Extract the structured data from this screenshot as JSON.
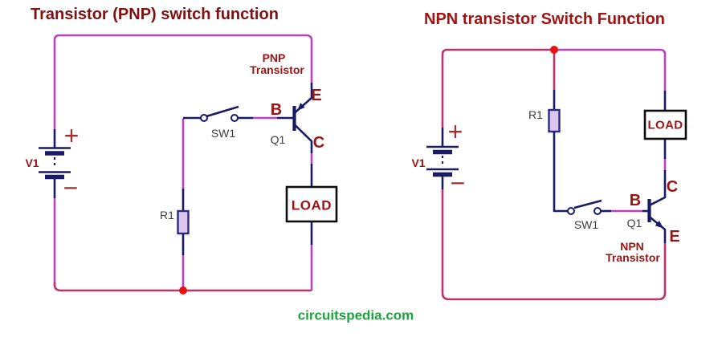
{
  "colors": {
    "background": "#ffffff",
    "wire_magenta": "#bc41bc",
    "wire_crimson": "#c03268",
    "component_navy": "#1a1a66",
    "junction_red": "#e81212",
    "label_dark_red": "#9b1414",
    "title_left_red": "#7e1111",
    "title_right_red": "#a31313",
    "load_text_red": "#9e1212",
    "plusminus_red": "#a03030",
    "resistor_fill": "#dcc6f0",
    "resistor_border": "#2a2a80",
    "load_border": "#0d0d0d",
    "ref_label_gray": "#3d3d3d",
    "watermark_green": "#1ca23e"
  },
  "symbols": {
    "plus": "+",
    "minus": "−"
  },
  "left_circuit": {
    "title": "Transistor (PNP) switch function",
    "transistor_label_line1": "PNP",
    "transistor_label_line2": "Transistor",
    "battery_ref": "V1",
    "switch_ref": "SW1",
    "transistor_ref": "Q1",
    "resistor_ref": "R1",
    "load_label": "LOAD",
    "terminal_base": "B",
    "terminal_emitter": "E",
    "terminal_collector": "C"
  },
  "right_circuit": {
    "title": "NPN transistor Switch Function",
    "transistor_label_line1": "NPN",
    "transistor_label_line2": "Transistor",
    "battery_ref": "V1",
    "switch_ref": "SW1",
    "transistor_ref": "Q1",
    "resistor_ref": "R1",
    "load_label": "LOAD",
    "terminal_base": "B",
    "terminal_emitter": "E",
    "terminal_collector": "C"
  },
  "footer": {
    "watermark": "circuitspedia.com"
  }
}
